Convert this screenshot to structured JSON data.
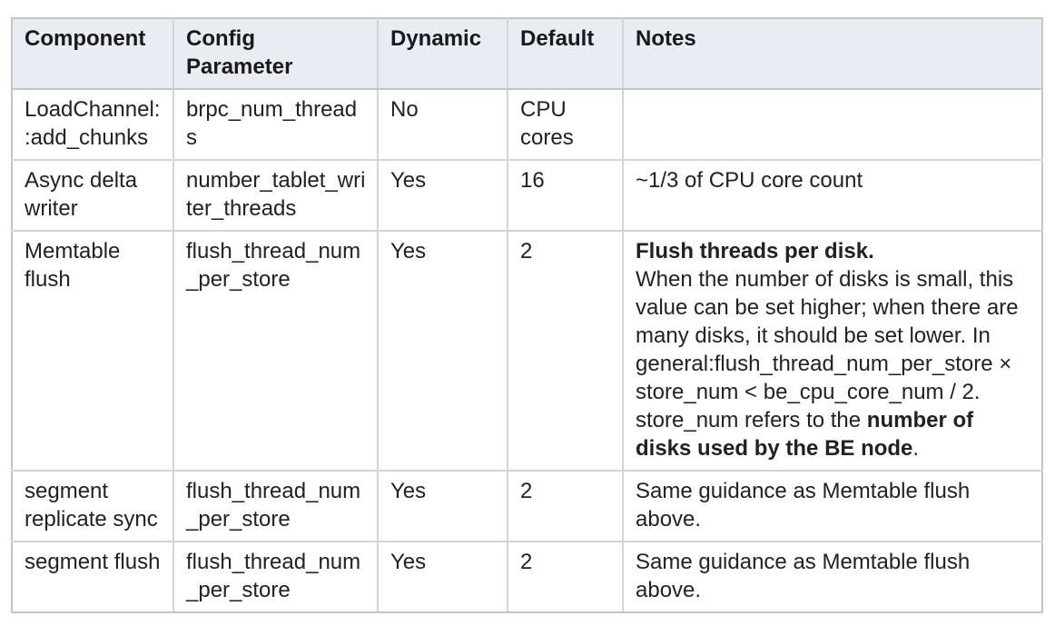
{
  "colors": {
    "header_bg": "#e8ecf3",
    "border": "#d2d4d8",
    "text": "#222222",
    "page_bg": "#ffffff"
  },
  "table": {
    "headers": [
      "Component",
      "Config Parameter",
      "Dynamic",
      "Default",
      "Notes"
    ],
    "rows": [
      {
        "component": "LoadChannel::add_chunks",
        "config_parameter": "brpc_num_threads",
        "dynamic": "No",
        "default": "CPU cores",
        "notes": []
      },
      {
        "component": "Async delta writer",
        "config_parameter": "number_tablet_writer_threads",
        "dynamic": "Yes",
        "default": "16",
        "notes": [
          {
            "text": "~1/3 of CPU core count"
          }
        ]
      },
      {
        "component": "Memtable flush",
        "config_parameter": "flush_thread_num_per_store",
        "dynamic": "Yes",
        "default": "2",
        "notes": [
          {
            "text": "Flush threads per disk.",
            "bold": true
          },
          {
            "break": true
          },
          {
            "text": "When the number of disks is small, this value can be set higher; when there are many disks, it should be set lower. In general:flush_thread_num_per_store × store_num < be_cpu_core_num / 2. store_num refers to the "
          },
          {
            "text": "number of disks used by the BE node",
            "bold": true
          },
          {
            "text": "."
          }
        ]
      },
      {
        "component": "segment replicate sync",
        "config_parameter": "flush_thread_num_per_store",
        "dynamic": "Yes",
        "default": "2",
        "notes": [
          {
            "text": "Same guidance as Memtable flush above."
          }
        ]
      },
      {
        "component": "segment flush",
        "config_parameter": "flush_thread_num_per_store",
        "dynamic": "Yes",
        "default": "2",
        "notes": [
          {
            "text": "Same guidance as Memtable flush above."
          }
        ]
      }
    ]
  }
}
